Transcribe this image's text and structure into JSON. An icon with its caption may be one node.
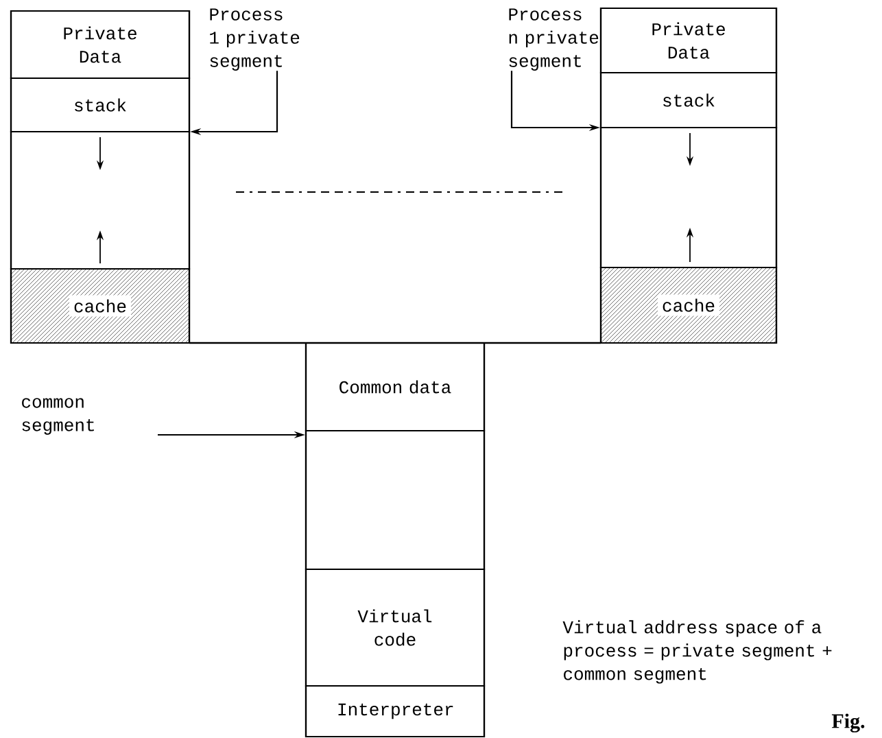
{
  "diagram": {
    "nodes": [
      {
        "text": [],
        "shape": "box"
      },
      {
        "text": [
          "Private Data"
        ],
        "in": 0
      },
      {
        "text": [
          "stack"
        ],
        "in": 0
      },
      {
        "text": [],
        "shape": "box",
        "in": 0
      },
      {
        "text": [
          "cache"
        ],
        "in": 0
      },
      {
        "text": [
          "Process 1 private segment"
        ]
      },
      {
        "text": [
          "Process n private segment"
        ]
      },
      {
        "text": [],
        "shape": "box"
      },
      {
        "text": [
          "Private Data"
        ],
        "in": 7
      },
      {
        "text": [
          "stack"
        ],
        "in": 7
      },
      {
        "text": [],
        "shape": "box",
        "in": 7
      },
      {
        "text": [
          "cache"
        ],
        "in": 7
      },
      {
        "text": [
          "common segment"
        ]
      },
      {
        "text": [],
        "shape": "box"
      },
      {
        "text": [
          "Common data"
        ],
        "in": 13
      },
      {
        "text": [],
        "shape": "box",
        "in": 13
      },
      {
        "text": [
          "Virtual code"
        ],
        "in": 13
      },
      {
        "text": [
          "Interpreter"
        ],
        "in": 13
      }
    ],
    "edges": [
      {
        "from": 5,
        "to": 0,
        "arrow": "to"
      },
      {
        "from": 6,
        "to": 7,
        "arrow": "to"
      },
      {
        "from": 12,
        "to": 13,
        "arrow": "to"
      }
    ],
    "labels": [
      "Virtual address space of a process = private segment + common segment",
      "Fig."
    ]
  }
}
